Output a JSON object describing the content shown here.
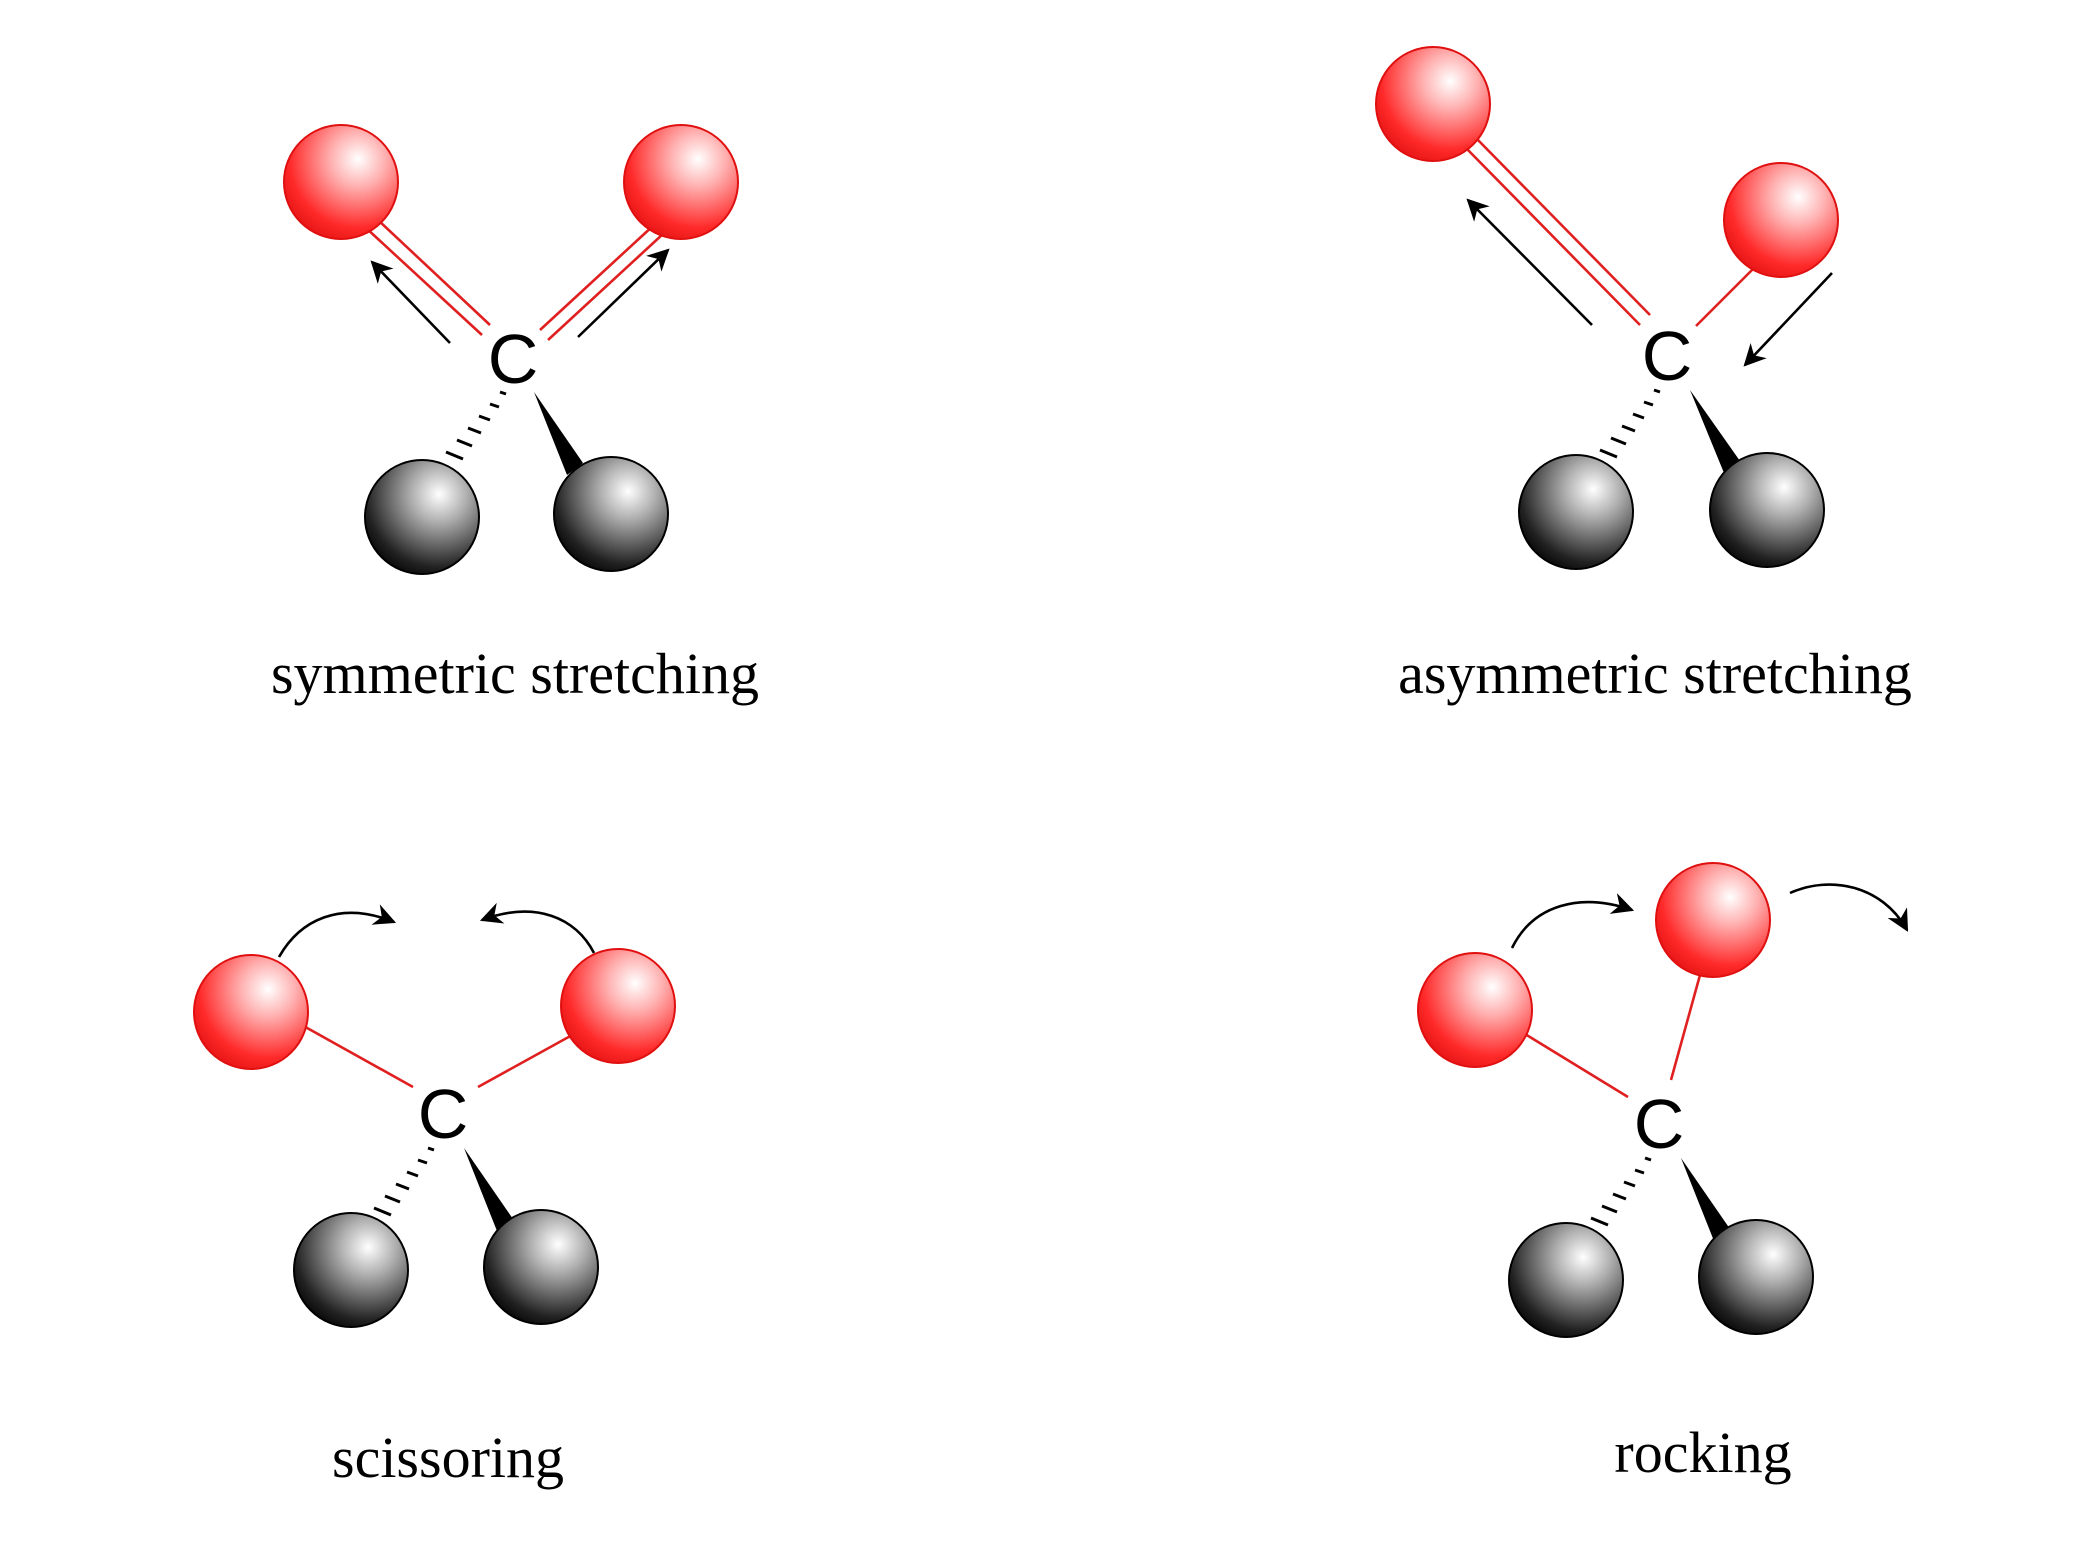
{
  "colors": {
    "oxygen": "#e02020",
    "substituent": "#222222",
    "bond": "#e02020",
    "arrow": "#000000"
  },
  "panels": [
    {
      "mode": "symmetric",
      "center_atom": "C",
      "caption": "symmetric stretching"
    },
    {
      "mode": "asymmetric",
      "center_atom": "C",
      "caption": "asymmetric stretching"
    },
    {
      "mode": "scissoring",
      "center_atom": "C",
      "caption": "scissoring"
    },
    {
      "mode": "rocking",
      "center_atom": "C",
      "caption": "rocking"
    }
  ]
}
